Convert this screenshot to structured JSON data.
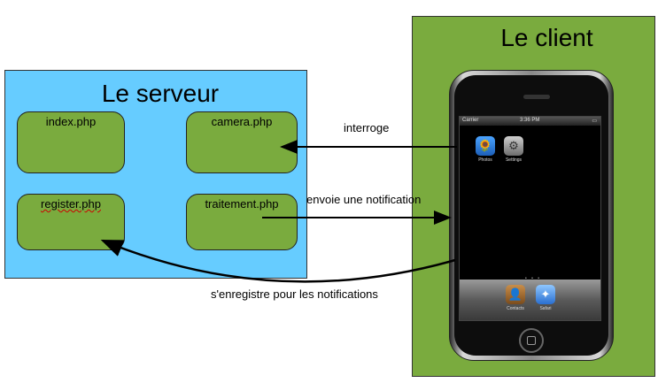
{
  "server": {
    "title": "Le serveur",
    "files": [
      "index.php",
      "camera.php",
      "register.php",
      "traitement.php"
    ]
  },
  "client": {
    "title": "Le client",
    "phone": {
      "carrier": "Carrier",
      "time": "3:36 PM",
      "apps": [
        {
          "label": "Photos",
          "icon": "sunflower-icon"
        },
        {
          "label": "Settings",
          "icon": "gear-icon"
        }
      ],
      "dock": [
        {
          "label": "Contacts",
          "icon": "contacts-icon"
        },
        {
          "label": "Safari",
          "icon": "compass-icon"
        }
      ]
    }
  },
  "arrows": {
    "query": "interroge",
    "notify": "envoie une notification",
    "register": "s'enregistre pour les notifications"
  },
  "colors": {
    "server_bg": "#66ccff",
    "client_bg": "#7aab3e",
    "file_box": "#7aab3e"
  }
}
